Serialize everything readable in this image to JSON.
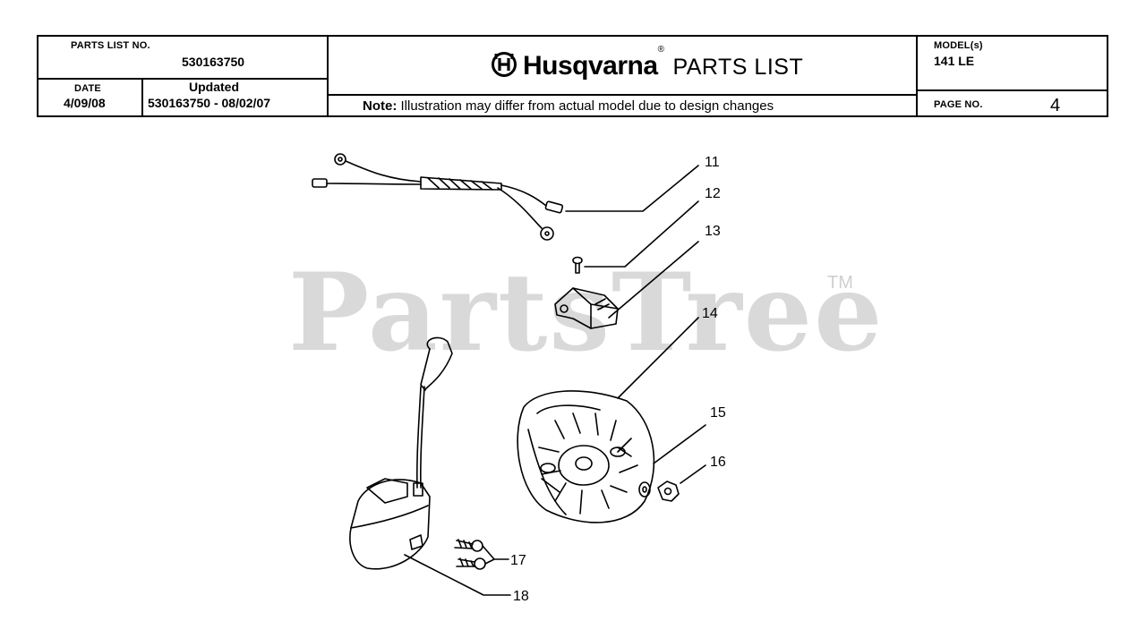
{
  "header": {
    "parts_list_label": "PARTS LIST NO.",
    "parts_list_no": "530163750",
    "date_label": "DATE",
    "date_value": "4/09/08",
    "updated_label": "Updated",
    "updated_value": "530163750 - 08/02/07",
    "brand": "Husqvarna",
    "brand_mark": "®",
    "title_suffix": "PARTS LIST",
    "note_bold": "Note:",
    "note_text": "Illustration may differ from actual model due to design changes",
    "model_label": "MODEL(s)",
    "model_value": "141 LE",
    "page_label": "PAGE  NO.",
    "page_value": "4"
  },
  "watermark": {
    "text": "PartsTree",
    "tm": "TM"
  },
  "callouts": [
    "11",
    "12",
    "13",
    "14",
    "15",
    "16",
    "17",
    "18"
  ],
  "colors": {
    "watermark": "#d9d9d9",
    "ink": "#000000"
  }
}
